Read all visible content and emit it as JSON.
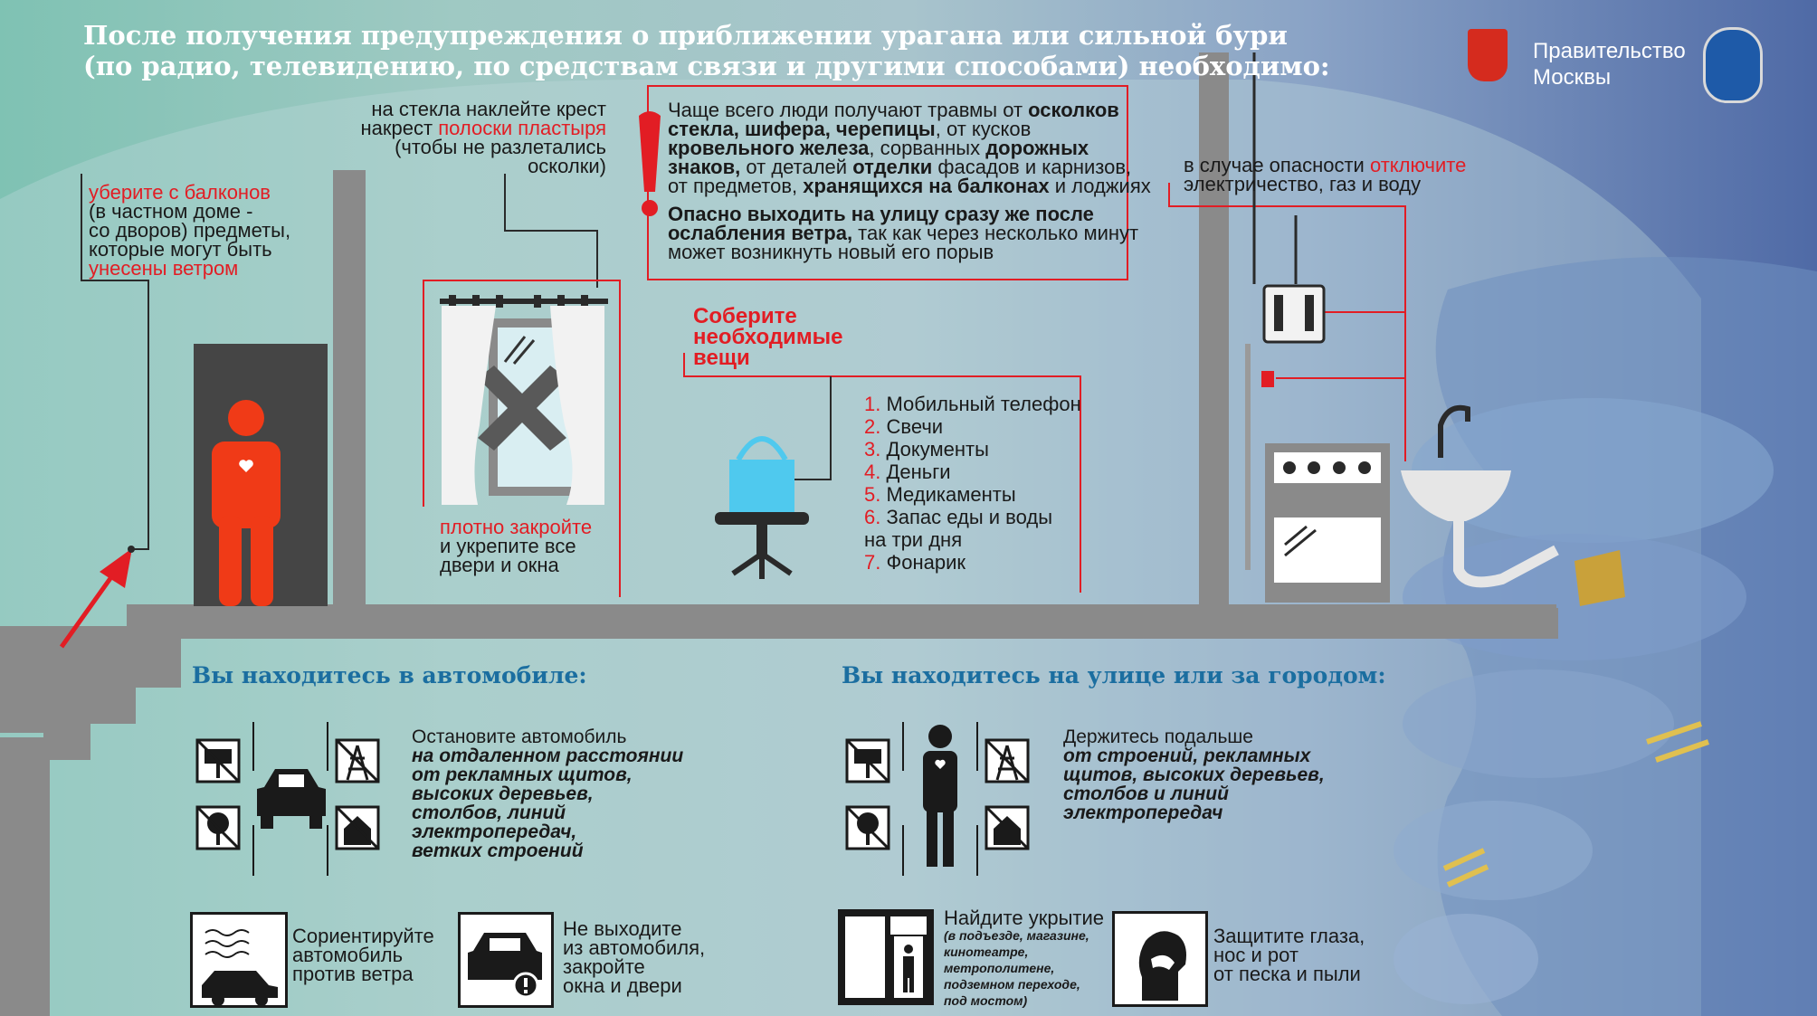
{
  "title": {
    "line1": "После получения предупреждения о приближении урагана или сильной бури",
    "line2": "(по радио, телевидению, по средствам связи и другими способами) необходимо:"
  },
  "header": {
    "gov_line1": "Правительство",
    "gov_line2": "Москвы",
    "coat_icon": "moscow-coat-of-arms-icon",
    "emblem_icon": "emergency-ministry-emblem-icon"
  },
  "balcony": {
    "red1": "уберите с балконов",
    "line2": "(в частном доме -",
    "line3": "со дворов) предметы,",
    "line4": "которые могут быть",
    "red2": "унесены ветром"
  },
  "tape": {
    "line1": "на стекла наклейте крест",
    "line2_pre": "накрест ",
    "line2_red": "полоски пластыря",
    "line3": "(чтобы не разлетались",
    "line4": "осколки)"
  },
  "warning": {
    "p1_l1_pre": "Чаще всего люди получают травмы от ",
    "p1_l1_b": "осколков",
    "p1_l2_b1": "стекла, шифера, черепицы",
    "p1_l2_post": ", от кусков",
    "p1_l3_b1": "кровельного железа",
    "p1_l3_mid": ", сорванных ",
    "p1_l3_b2": "дорожных",
    "p1_l4_b1": "знаков,",
    "p1_l4_mid": " от деталей ",
    "p1_l4_b2": "отделки",
    "p1_l4_post": " фасадов и карнизов,",
    "p1_l5_pre": "от предметов, ",
    "p1_l5_b": "хранящихся на балконах",
    "p1_l5_post": " и лоджиях",
    "p2_l1_b": "Опасно выходить на улицу сразу же после",
    "p2_l2_b": "ослабления ветра,",
    "p2_l2_post": " так как через несколько минут",
    "p2_l3": "может возникнуть новый его порыв"
  },
  "windows": {
    "red": "плотно закройте",
    "line2": "и укрепите все",
    "line3": "двери и окна"
  },
  "collect": {
    "title_l1": "Соберите",
    "title_l2": "необходимые",
    "title_l3": "вещи",
    "items": [
      {
        "n": "1.",
        "text": "Мобильный телефон"
      },
      {
        "n": "2.",
        "text": "Свечи"
      },
      {
        "n": "3.",
        "text": "Документы"
      },
      {
        "n": "4.",
        "text": "Деньги"
      },
      {
        "n": "5.",
        "text": "Медикаменты"
      },
      {
        "n": "6.",
        "text": "Запас еды и воды"
      },
      {
        "n": "",
        "text": "на три дня"
      },
      {
        "n": "7.",
        "text": "Фонарик"
      }
    ]
  },
  "utilities": {
    "line1_pre": "в случае опасности ",
    "line1_red": "отключите",
    "line2": "электричество, газ и воду"
  },
  "car": {
    "heading": "Вы находитесь в автомобиле:",
    "stop_l1": "Остановите автомобиль",
    "stop_b": [
      "на отдаленном расстоянии",
      "от рекламных щитов,",
      "высоких деревьев,",
      "столбов, линий",
      "электропередач,",
      "ветких строений"
    ],
    "orient": [
      "Сориентируйте",
      "автомобиль",
      "против ветра"
    ],
    "stay": [
      "Не выходите",
      "из автомобиля,",
      "закройте",
      "окна и двери"
    ]
  },
  "street": {
    "heading": "Вы находитесь на улице или за городом:",
    "keep_l1": "Держитесь подальше",
    "keep_b": [
      "от строений, рекламных",
      "щитов, высоких деревьев,",
      "столбов и линий",
      "электропередач"
    ],
    "shelter_l1": "Найдите укрытие",
    "shelter_b": [
      "(в подъезде, магазине,",
      "кинотеатре,",
      "метрополитене,",
      "подземном переходе,",
      "под мостом)"
    ],
    "protect": [
      "Защитите глаза,",
      "нос и рот",
      "от песка и пыли"
    ]
  },
  "colors": {
    "accent_red": "#e21d24",
    "wall_gray": "#8a8a8a",
    "heading_blue": "#1b6ea0",
    "person_red": "#f03a17",
    "bag_blue": "#4fc9ee"
  }
}
